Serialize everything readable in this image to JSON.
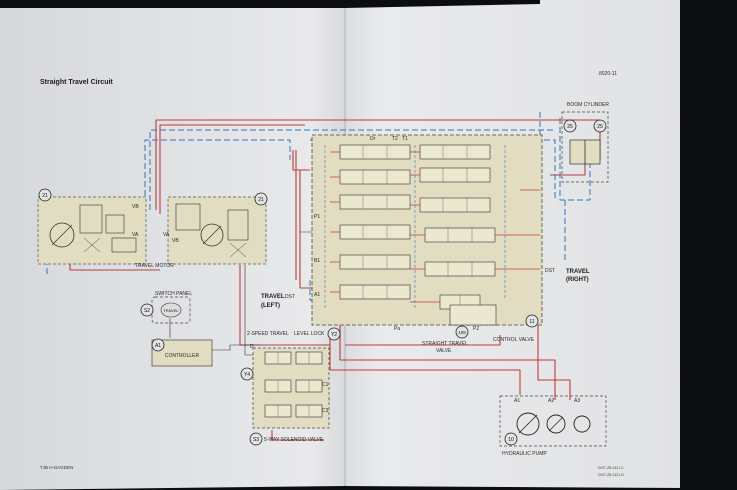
{
  "page": {
    "title": "Straight Travel Circuit",
    "page_code": "8020-11",
    "footer_left": "TJB H-DAGDEN",
    "footer_right_1": "DIST-ZB 2421-0",
    "footer_right_2": "DIST-ZB 2421-B"
  },
  "components": {
    "boom_cylinder": "BOOM CYLINDER",
    "travel_motor": "TRAVEL MOTOR",
    "switch_panel": "SWITCH PANEL",
    "travel_switch": "TRAVEL",
    "controller": "CONTROLLER",
    "two_speed_travel": "2-SPEED TRAVEL",
    "level_lock": "LEVEL LOCK",
    "solenoid_valve": "5-WAY SOLENOID VALVE",
    "travel_right_1": "TRAVEL",
    "travel_right_2": "(RIGHT)",
    "travel_left_1": "TRAVEL",
    "travel_left_2": "(LEFT)",
    "straight_travel_valve_1": "STRAIGHT TRAVEL",
    "straight_travel_valve_2": "VALVE",
    "control_valve": "CONTROL VALVE",
    "hydraulic_pump": "HYDRAULIC PUMP"
  },
  "callouts": {
    "c21a": "21",
    "c21b": "21",
    "c25a": "25",
    "c25b": "25",
    "s2": "S2",
    "a1": "A1",
    "y2": "Y2",
    "y4": "Y4",
    "s3": "S3",
    "c108": "108",
    "c10": "10",
    "c11": "11"
  },
  "port_labels": {
    "vb_l": "VB",
    "va_l": "VA",
    "vb_r": "VB",
    "va_r": "VA",
    "a1": "A1",
    "a2": "A2",
    "a3": "A3",
    "dr": "Dr",
    "t2": "T2",
    "t1": "T1",
    "p1": "P1",
    "p2": "P2",
    "b1": "B1",
    "pb": "Pb",
    "c1": "C1",
    "c3": "C3",
    "pa": "Pa",
    "d": "D",
    "dst": "DST",
    "dst2": "DST"
  },
  "colors": {
    "red_line": "#c23a3a",
    "blue_line": "#2f78b8",
    "valve_fill": "#e2dcc0",
    "paper": "#e7e8ea"
  }
}
